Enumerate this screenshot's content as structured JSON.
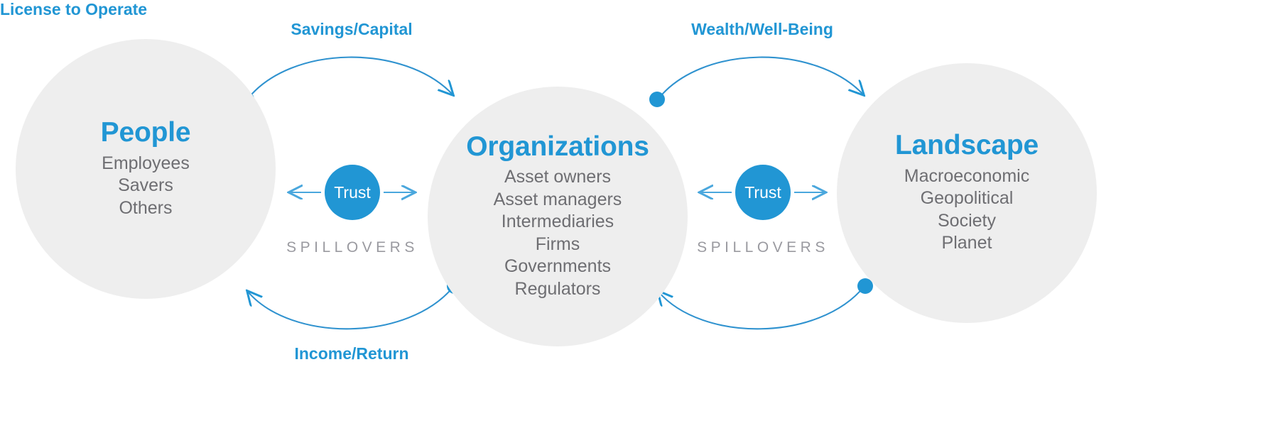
{
  "diagram": {
    "title": "Trust and value flows between People, Organizations and Landscape",
    "accent_color": "#2196d4",
    "node_fill_color": "#eeeeee",
    "body_text_color": "#6e6e72",
    "spillover_text_color": "#9a9aa0"
  },
  "nodes": [
    {
      "id": "people",
      "title": "People",
      "items": [
        "Employees",
        "Savers",
        "Others"
      ]
    },
    {
      "id": "organizations",
      "title": "Organizations",
      "items": [
        "Asset owners",
        "Asset managers",
        "Intermediaries",
        "Firms",
        "Governments",
        "Regulators"
      ]
    },
    {
      "id": "landscape",
      "title": "Landscape",
      "items": [
        "Macroeconomic",
        "Geopolitical",
        "Society",
        "Planet"
      ]
    }
  ],
  "trust_badges": [
    {
      "id": "trust-left",
      "label": "Trust"
    },
    {
      "id": "trust-right",
      "label": "Trust"
    }
  ],
  "spillovers": [
    {
      "id": "spillovers-left",
      "label": "SPILLOVERS"
    },
    {
      "id": "spillovers-right",
      "label": "SPILLOVERS"
    }
  ],
  "flows": [
    {
      "id": "savings-capital",
      "label": "Savings/Capital",
      "from": "people",
      "to": "organizations",
      "direction": "left-to-right",
      "position": "top"
    },
    {
      "id": "wealth-wellbeing",
      "label": "Wealth/Well-Being",
      "from": "organizations",
      "to": "landscape",
      "direction": "left-to-right",
      "position": "top"
    },
    {
      "id": "income-return",
      "label": "Income/Return",
      "from": "organizations",
      "to": "people",
      "direction": "right-to-left",
      "position": "bottom"
    },
    {
      "id": "license-to-operate",
      "label": "License to Operate",
      "from": "landscape",
      "to": "organizations",
      "direction": "right-to-left",
      "position": "bottom"
    }
  ]
}
